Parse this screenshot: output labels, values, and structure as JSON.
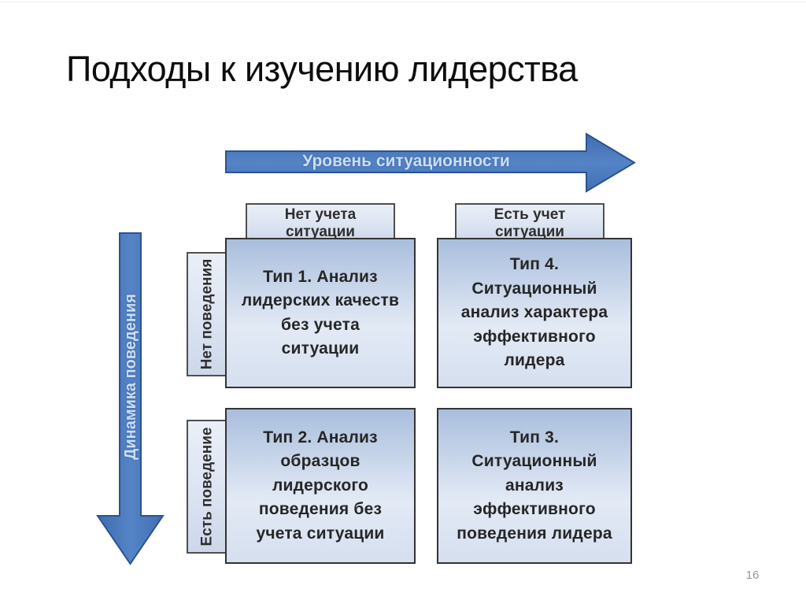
{
  "slide": {
    "title": "Подходы к изучению лидерства",
    "page_number": "16"
  },
  "axes": {
    "horizontal": {
      "label": "Уровень ситуационности"
    },
    "vertical": {
      "label": "Динамика поведения"
    }
  },
  "columns": [
    {
      "label": "Нет учета\nситуации"
    },
    {
      "label": "Есть учет\nситуации"
    }
  ],
  "rows": [
    {
      "label": "Нет поведения"
    },
    {
      "label": "Есть поведение"
    }
  ],
  "quadrants": [
    {
      "id": "type-1",
      "text": "Тип 1. Анализ\nлидерских качеств\nбез учета\nситуации"
    },
    {
      "id": "type-4",
      "text": "Тип 4.\nСитуационный\nанализ характера\nэффективного\nлидера"
    },
    {
      "id": "type-2",
      "text": "Тип 2. Анализ\nобразцов\nлидерского\nповедения без\nучета ситуации"
    },
    {
      "id": "type-3",
      "text": "Тип 3.\nСитуационный\nанализ\nэффективного\nповедения лидера"
    }
  ],
  "colors": {
    "arrow_fill": "#4a7abc",
    "arrow_border": "#2a5391",
    "arrow_text": "#cbdff3",
    "box_fill_top": "#a9bedd",
    "box_fill_bottom": "#d5dfef",
    "box_border": "#333333",
    "tag_fill": "#dce4f1",
    "tag_border": "#4f4f4f",
    "text": "#262626",
    "page_number_gray": "#979797"
  }
}
